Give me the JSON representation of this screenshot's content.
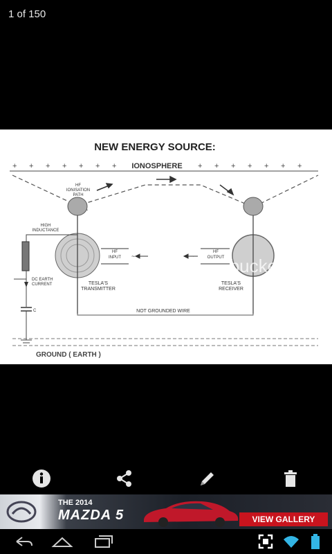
{
  "viewer": {
    "counter": "1 of 150"
  },
  "diagram": {
    "title": "NEW ENERGY SOURCE:",
    "ionosphere": "IONOSPHERE",
    "hf_ionisation_path": [
      "HF",
      "IONISATION",
      "PATH"
    ],
    "high_inductance": [
      "HIGH",
      "INDUCTANCE"
    ],
    "hf_input": [
      "HF",
      "INPUT"
    ],
    "hf_output": [
      "HF",
      "OUTPUT"
    ],
    "dc_earth_current": [
      "DC EARTH",
      "CURRENT"
    ],
    "capacitor_label": "C",
    "transmitter": [
      "TESLA'S",
      "TRANSMITTER"
    ],
    "receiver": [
      "TESLA'S",
      "RECEIVER"
    ],
    "not_grounded_wire": "NOT GROUNDED WIRE",
    "ground": "GROUND ( EARTH )",
    "watermark": "bucket"
  },
  "actions": [
    {
      "name": "info-icon"
    },
    {
      "name": "share-icon"
    },
    {
      "name": "edit-icon"
    },
    {
      "name": "delete-icon"
    }
  ],
  "ad": {
    "year": "THE 2014",
    "model": "MAZDA 5",
    "cta": "VIEW GALLERY"
  },
  "colors": {
    "accent_red": "#c8141e",
    "status_blue": "#33b5e5"
  }
}
